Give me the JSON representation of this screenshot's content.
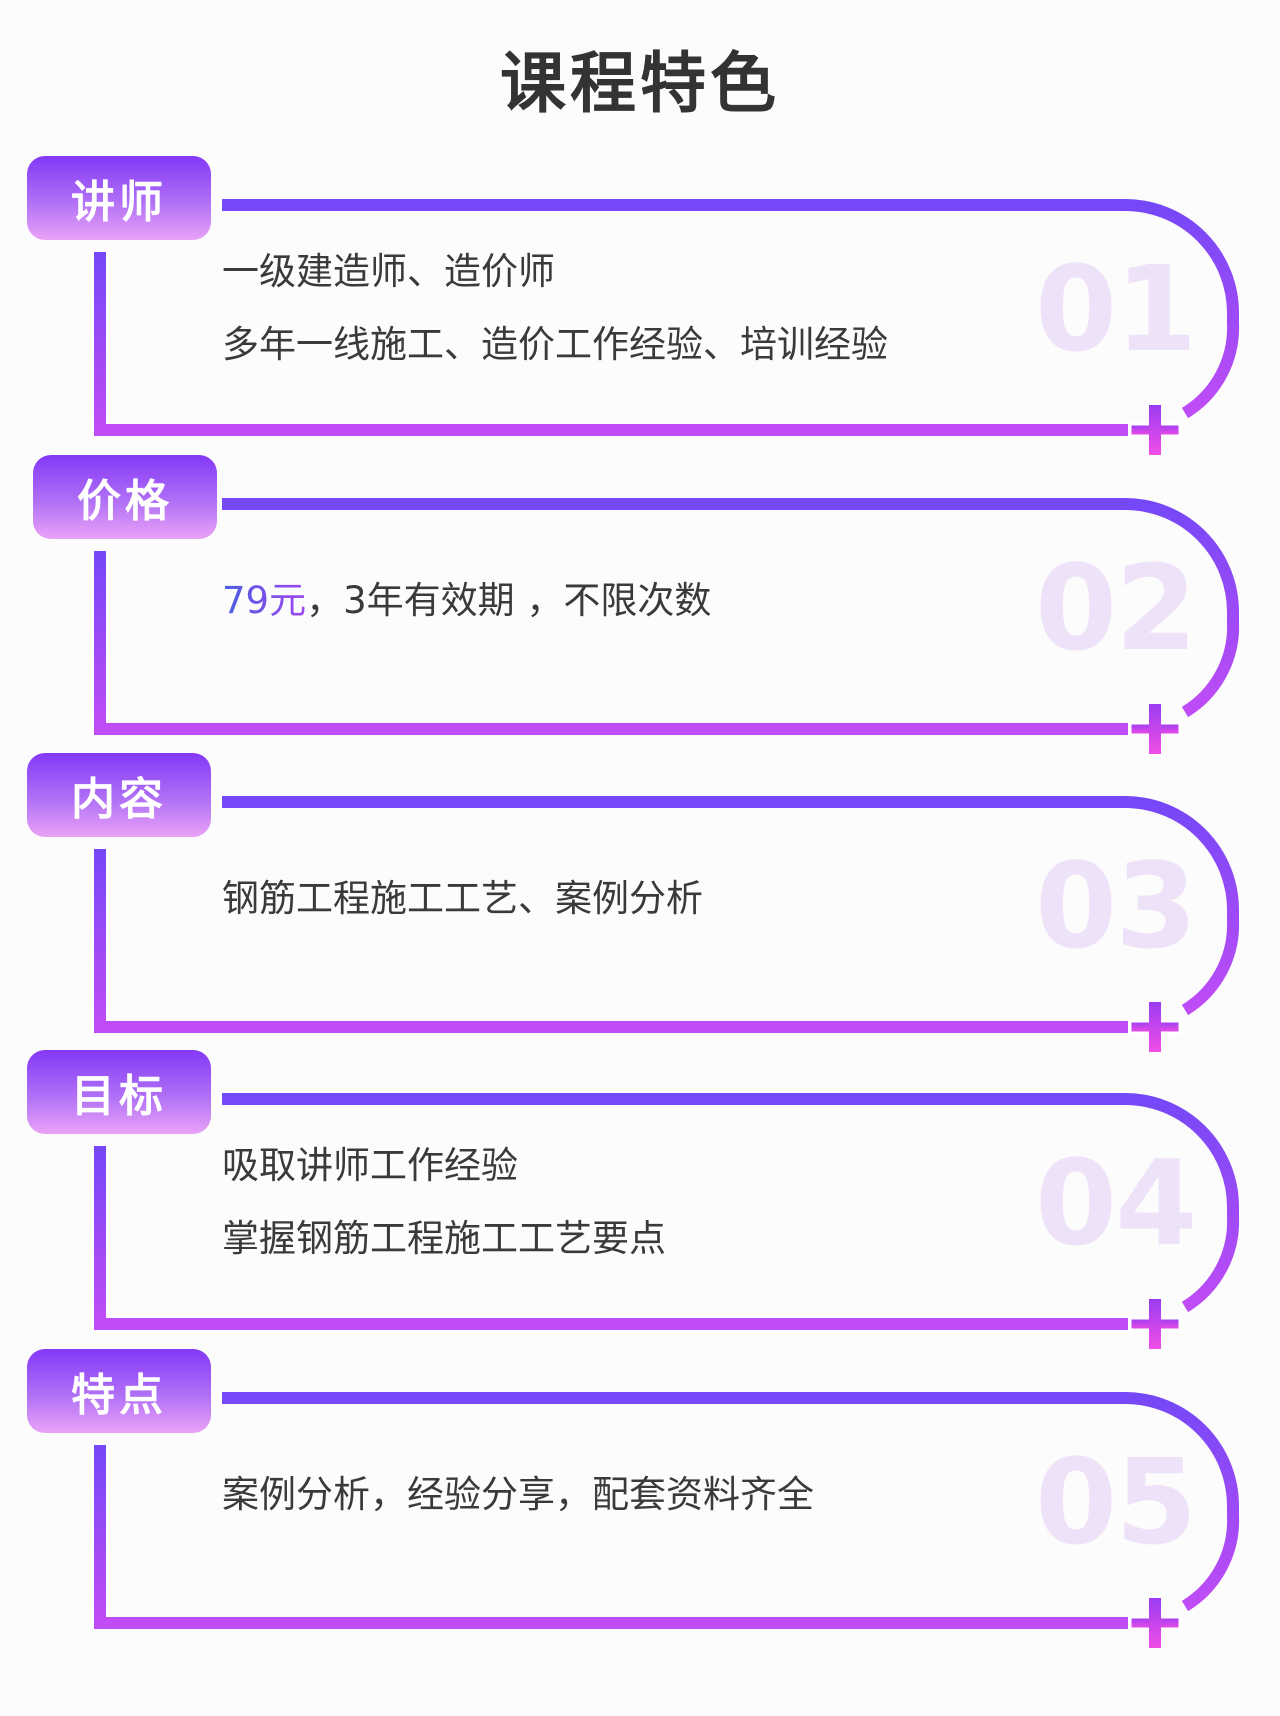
{
  "title": "课程特色",
  "sections": [
    {
      "label": "讲师",
      "number": "01",
      "lines": [
        "一级建造师、造价师",
        "多年一线施工、造价工作经验、培训经验"
      ]
    },
    {
      "label": "价格",
      "number": "02",
      "price": "79元",
      "lines": [
        "，3年有效期 ，不限次数"
      ]
    },
    {
      "label": "内容",
      "number": "03",
      "lines": [
        "钢筋工程施工工艺、案例分析"
      ]
    },
    {
      "label": "目标",
      "number": "04",
      "lines": [
        "吸取讲师工作经验",
        "掌握钢筋工程施工工艺要点"
      ]
    },
    {
      "label": "特点",
      "number": "05",
      "lines": [
        "案例分析，经验分享，配套资料齐全"
      ]
    }
  ],
  "colors": {
    "frame_top": "#7548f7",
    "frame_bottom": "#c04cf6",
    "number": "#eee2f8"
  }
}
